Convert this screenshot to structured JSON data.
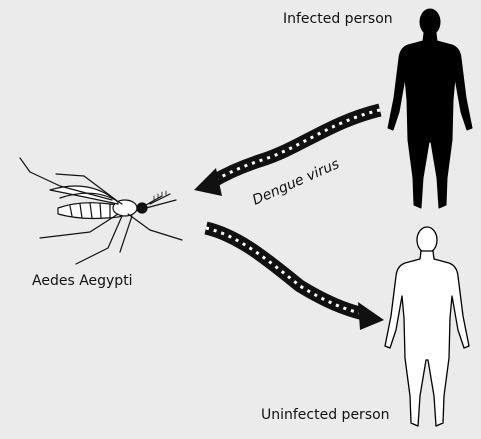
{
  "diagram": {
    "title": "",
    "labels": {
      "infected": "Infected person",
      "uninfected": "Uninfected person",
      "virus": "Dengue virus",
      "mosquito": "Aedes Aegypti"
    },
    "colors": {
      "background": "#ebebeb",
      "infected_fill": "#000000",
      "uninfected_fill": "#ffffff",
      "arrow": "#111111",
      "ink": "#111111"
    },
    "flows": [
      {
        "from": "Infected person",
        "to": "Aedes Aegypti",
        "via": "Dengue virus"
      },
      {
        "from": "Aedes Aegypti",
        "to": "Uninfected person"
      }
    ]
  }
}
